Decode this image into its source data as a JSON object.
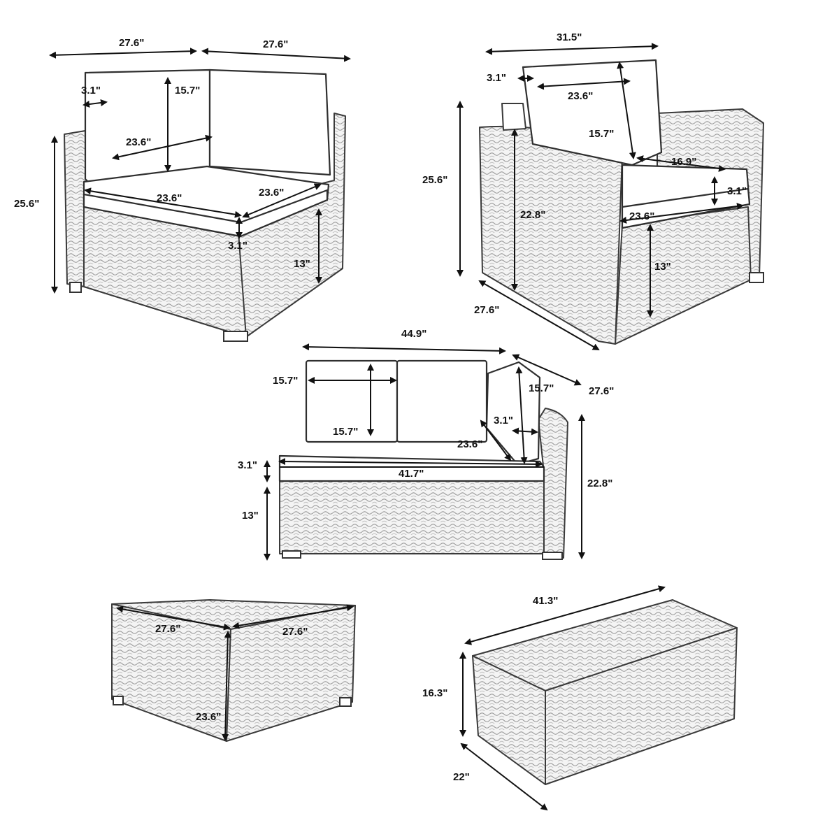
{
  "corner_chair": {
    "back_width_left": "27.6\"",
    "back_width_right": "27.6\"",
    "height": "25.6\"",
    "back_cushion_thickness": "3.1\"",
    "back_cushion_height": "15.7\"",
    "back_cushion_width": "23.6\"",
    "seat_width": "23.6\"",
    "seat_depth": "23.6\"",
    "seat_thickness": "3.1\"",
    "seat_height": "13\""
  },
  "armchair": {
    "width": "31.5\"",
    "back_cushion_thickness": "3.1\"",
    "back_cushion_width": "23.6\"",
    "back_cushion_height": "15.7\"",
    "height": "25.6\"",
    "seat_depth": "16.9\"",
    "seat_thickness": "3.1\"",
    "arm_height": "22.8\"",
    "seat_width": "23.6\"",
    "seat_height": "13\"",
    "depth": "27.6\""
  },
  "loveseat": {
    "width": "44.9\"",
    "depth": "27.6\"",
    "back_cushion_width": "15.7\"",
    "back_cushion_height": "15.7\"",
    "side_cushion_height": "15.7\"",
    "side_cushion_thickness": "3.1\"",
    "side_cushion_width": "23.6\"",
    "seat_thickness": "3.1\"",
    "seat_width": "41.7\"",
    "seat_height": "13\"",
    "arm_height": "22.8\""
  },
  "ottoman": {
    "width": "27.6\"",
    "depth": "27.6\"",
    "height": "23.6\""
  },
  "coffee_table": {
    "length": "41.3\"",
    "height": "16.3\"",
    "depth": "22\""
  }
}
